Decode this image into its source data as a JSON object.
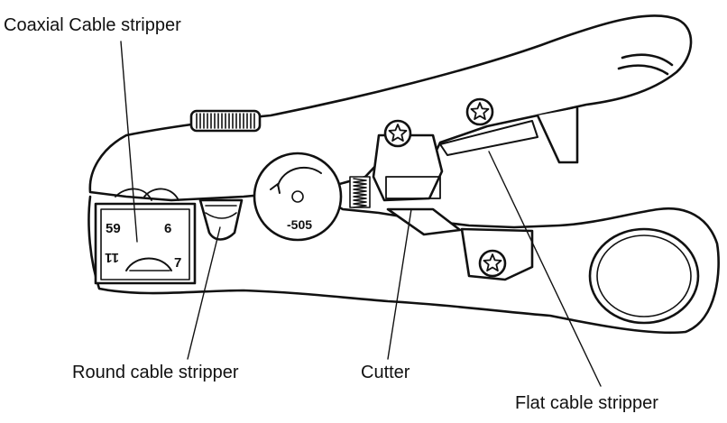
{
  "labels": {
    "coaxial": "Coaxial Cable stripper",
    "round": "Round cable stripper",
    "cutter": "Cutter",
    "flat": "Flat cable stripper"
  },
  "markings": {
    "gauge_59": "59",
    "gauge_6": "6",
    "gauge_11": "11",
    "gauge_7": "7",
    "dial_code": "-505"
  },
  "colors": {
    "stroke": "#111111",
    "background": "#ffffff"
  },
  "icons": [
    "star-screw-icon",
    "spring-icon",
    "knurled-wheel-icon",
    "dial-arrow-icon"
  ]
}
